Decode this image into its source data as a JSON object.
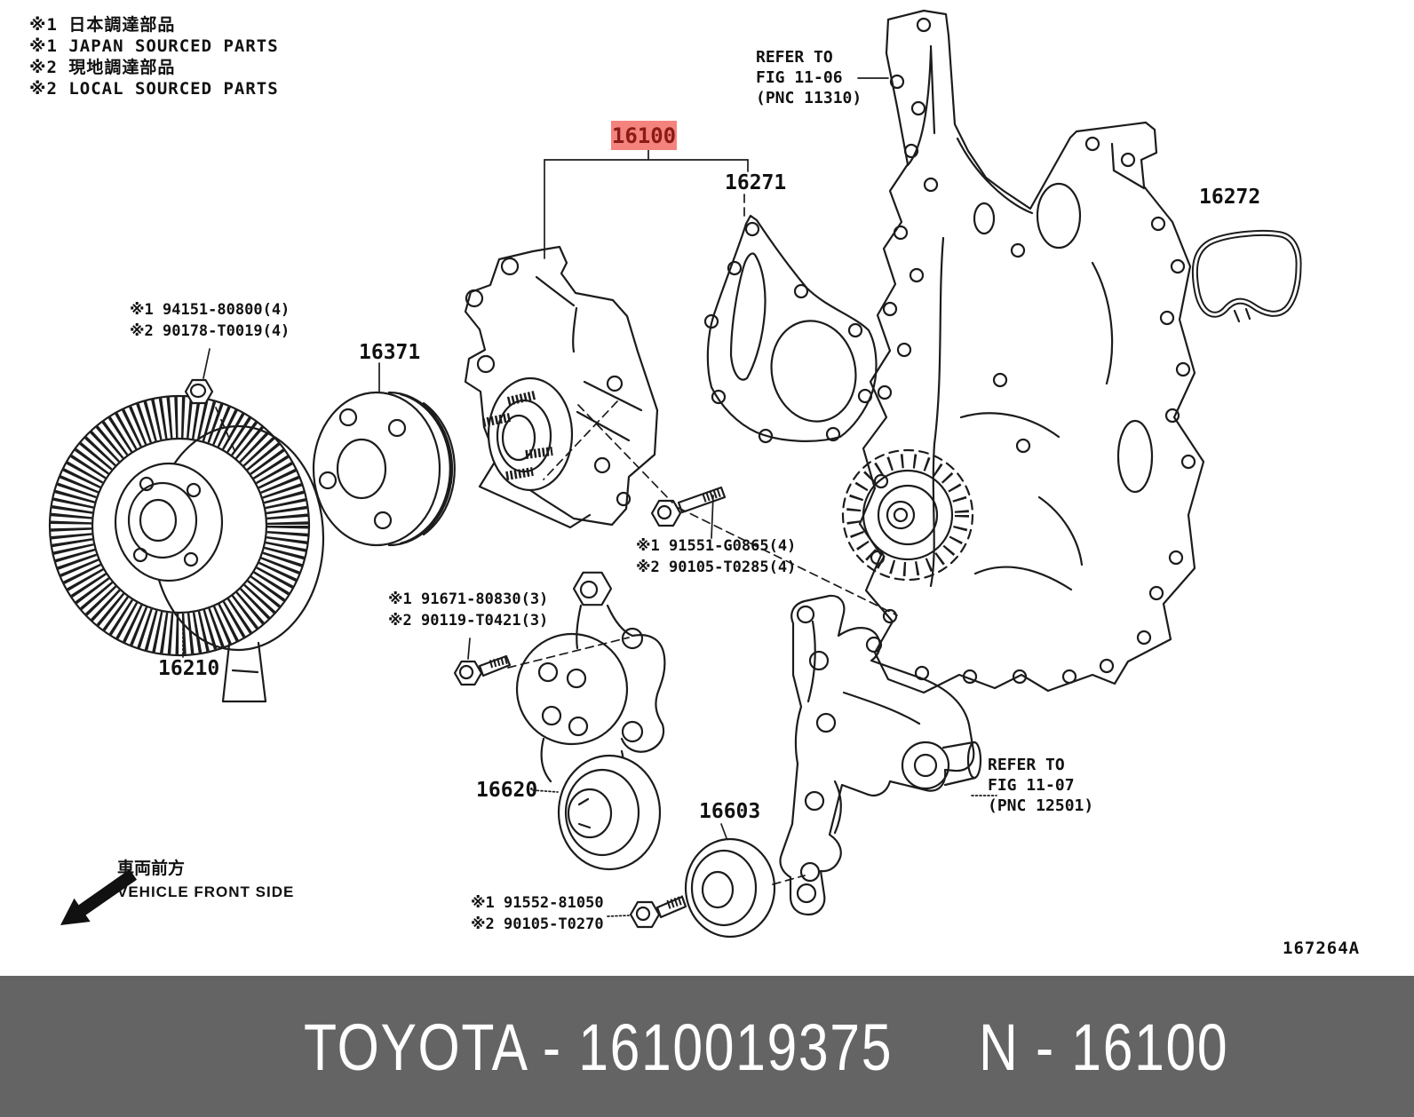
{
  "legend": {
    "lines": [
      "※1 日本調達部品",
      "※1 JAPAN SOURCED PARTS",
      "※2 現地調達部品",
      "※2 LOCAL SOURCED PARTS"
    ]
  },
  "highlight": {
    "part_no": "16100",
    "bg": "#F4837E",
    "fg": "#8A1A15"
  },
  "parts": {
    "water_pump_gasket": "16271",
    "outlet_gasket": "16272",
    "pulley": "16371",
    "fan_clutch": "16210",
    "belt_tensioner": "16620",
    "idler_pulley": "16603"
  },
  "references": {
    "fig_11_06": {
      "lines": [
        "REFER TO",
        "FIG 11-06",
        "(PNC 11310)"
      ]
    },
    "fig_11_07": {
      "lines": [
        "REFER TO",
        "FIG 11-07",
        "(PNC 12501)"
      ]
    }
  },
  "fasteners": {
    "fan_nut": {
      "lines": [
        "※1 94151-80800(4)",
        "※2 90178-T0019(4)"
      ]
    },
    "pump_bolt": {
      "lines": [
        "※1 91551-G0865(4)",
        "※2 90105-T0285(4)"
      ]
    },
    "tensioner_bolt": {
      "lines": [
        "※1 91671-80830(3)",
        "※2 90119-T0421(3)"
      ]
    },
    "idler_bolt": {
      "lines": [
        "※1 91552-81050",
        "※2 90105-T0270"
      ]
    }
  },
  "orientation": {
    "jp": "車両前方",
    "en": "VEHICLE FRONT SIDE"
  },
  "drawing_code": "167264A",
  "footer": {
    "left": "TOYOTA - 1610019375",
    "right": "N - 16100",
    "bg": "#646464"
  }
}
